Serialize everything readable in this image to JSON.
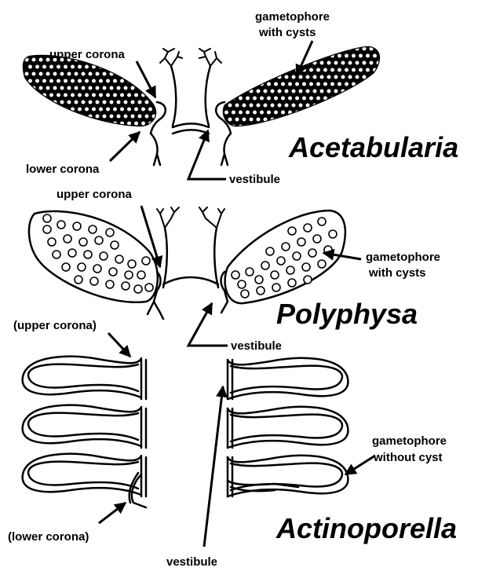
{
  "acetabularia": {
    "genus": "Acetabularia",
    "gametophore_line1": "gametophore",
    "gametophore_line2": "with cysts",
    "upper_corona": "upper corona",
    "lower_corona": "lower corona",
    "vestibule": "vestibule"
  },
  "polyphysa": {
    "genus": "Polyphysa",
    "upper_corona": "upper corona",
    "gametophore_line1": "gametophore",
    "gametophore_line2": "with cysts",
    "vestibule": "vestibule"
  },
  "actinoporella": {
    "genus": "Actinoporella",
    "upper_corona": "(upper corona)",
    "lower_corona": "(lower corona)",
    "gametophore_line1": "gametophore",
    "gametophore_line2": "without cyst",
    "vestibule": "vestibule"
  }
}
